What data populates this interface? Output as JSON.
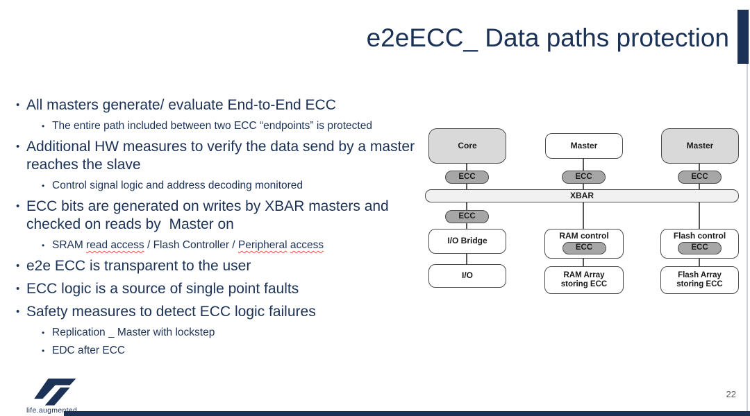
{
  "slide": {
    "title": "e2eECC_ Data paths protection",
    "page_number": "22",
    "logo_text": "life.augmented",
    "colors": {
      "navy": "#1b3156",
      "box_fill_gray": "#d9d9d9",
      "ecc_pill_gray": "#a6a6a6",
      "xbar_fill": "#f1f1f1",
      "connector_gray": "#555555",
      "squiggle_red": "#e8543f",
      "page_number_gray": "#595959"
    }
  },
  "bullets": [
    {
      "level": 1,
      "text": "All masters generate/ evaluate End-to-End ECC"
    },
    {
      "level": 2,
      "text": "The entire path included between two ECC “endpoints” is protected"
    },
    {
      "level": 1,
      "text": "Additional HW measures to verify the data send by a master reaches the slave"
    },
    {
      "level": 2,
      "text": "Control signal logic and address decoding monitored"
    },
    {
      "level": 1,
      "text": "ECC bits are generated on writes by XBAR masters and checked on reads by  Master on"
    },
    {
      "level": 2,
      "segments": [
        {
          "t": "SRAM "
        },
        {
          "t": "read access",
          "squiggle": true
        },
        {
          "t": " / Flash Controller / "
        },
        {
          "t": "Peripheral",
          "squiggle": true
        },
        {
          "t": " "
        },
        {
          "t": "access",
          "squiggle": true
        }
      ]
    },
    {
      "level": 1,
      "text": "e2e ECC is transparent to the user"
    },
    {
      "level": 1,
      "text": "ECC logic is a source of single point faults"
    },
    {
      "level": 1,
      "text": "Safety measures to detect ECC logic failures"
    },
    {
      "level": 2,
      "text": "Replication _ Master with lockstep"
    },
    {
      "level": 2,
      "text": "EDC after ECC"
    }
  ],
  "diagram": {
    "ecc_label": "ECC",
    "xbar_label": "XBAR",
    "columns": [
      {
        "top": "Core",
        "top_fill": "gray",
        "mid": "I/O Bridge",
        "bottom": "I/O"
      },
      {
        "top": "Master",
        "top_fill": "white",
        "mid": "RAM control",
        "bottom": "RAM Array storing ECC"
      },
      {
        "top": "Master",
        "top_fill": "gray",
        "mid": "Flash control",
        "bottom": "Flash Array storing ECC"
      }
    ]
  }
}
